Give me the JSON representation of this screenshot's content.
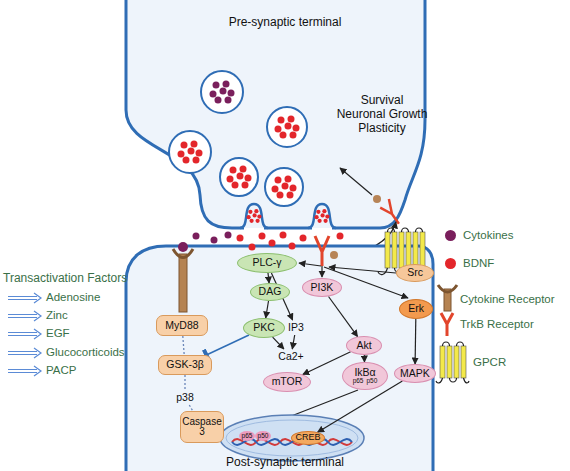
{
  "diagram": {
    "nodes": [
      {
        "text": [
          "MyD88"
        ]
      },
      {
        "text": [
          "GSK-3β"
        ]
      },
      {
        "text": [
          "p38"
        ]
      },
      {
        "text": [
          "Caspase 3"
        ]
      },
      {
        "text": [
          "PLC-γ"
        ]
      },
      {
        "text": [
          "DAG"
        ]
      },
      {
        "text": [
          "PKC"
        ]
      },
      {
        "text": [
          "IP3"
        ]
      },
      {
        "text": [
          "Ca2+"
        ]
      },
      {
        "text": [
          "mTOR"
        ]
      },
      {
        "text": [
          "PI3K"
        ]
      },
      {
        "text": [
          "Akt"
        ]
      },
      {
        "text": [
          "IkBα",
          "p65",
          "p50"
        ]
      },
      {
        "text": [
          "Src"
        ]
      },
      {
        "text": [
          "Erk"
        ]
      },
      {
        "text": [
          "MAPK"
        ]
      },
      {
        "text": [
          "CREB"
        ]
      }
    ],
    "edges": [
      {
        "from": 0,
        "to": 1,
        "arrow": "none"
      },
      {
        "from": 1,
        "to": 2,
        "arrow": "none"
      },
      {
        "from": 2,
        "to": 3,
        "arrow": "none"
      },
      {
        "from": 6,
        "to": 1,
        "arrow": "to"
      },
      {
        "from": 4,
        "to": 5,
        "arrow": "to"
      },
      {
        "from": 5,
        "to": 6,
        "arrow": "to"
      },
      {
        "from": 4,
        "to": 7,
        "arrow": "to"
      },
      {
        "from": 6,
        "to": 8,
        "arrow": "to"
      },
      {
        "from": 7,
        "to": 8,
        "arrow": "to"
      },
      {
        "from": 10,
        "to": 11,
        "arrow": "to"
      },
      {
        "from": 11,
        "to": 9,
        "arrow": "to"
      },
      {
        "from": 11,
        "to": 12,
        "arrow": "to"
      },
      {
        "from": 14,
        "to": 15,
        "arrow": "to"
      },
      {
        "from": 15,
        "to": 16,
        "arrow": "to"
      }
    ],
    "labels": [
      "Pre-synaptic terminal",
      "Survival Neuronal Growth Plasticity",
      "Transactivation Factors",
      "Adenosine",
      "Zinc",
      "EGF",
      "Glucocorticoids",
      "PACP",
      "p65",
      "p50",
      "Post-synaptic terminal"
    ],
    "legend": [
      {
        "text": "Cytokines",
        "color": "#7a1f5c"
      },
      {
        "text": "BDNF",
        "color": "#e3262b"
      },
      {
        "text": "Cytokine Receptor"
      },
      {
        "text": "TrkB Receptor"
      },
      {
        "text": "GPCR"
      }
    ]
  }
}
